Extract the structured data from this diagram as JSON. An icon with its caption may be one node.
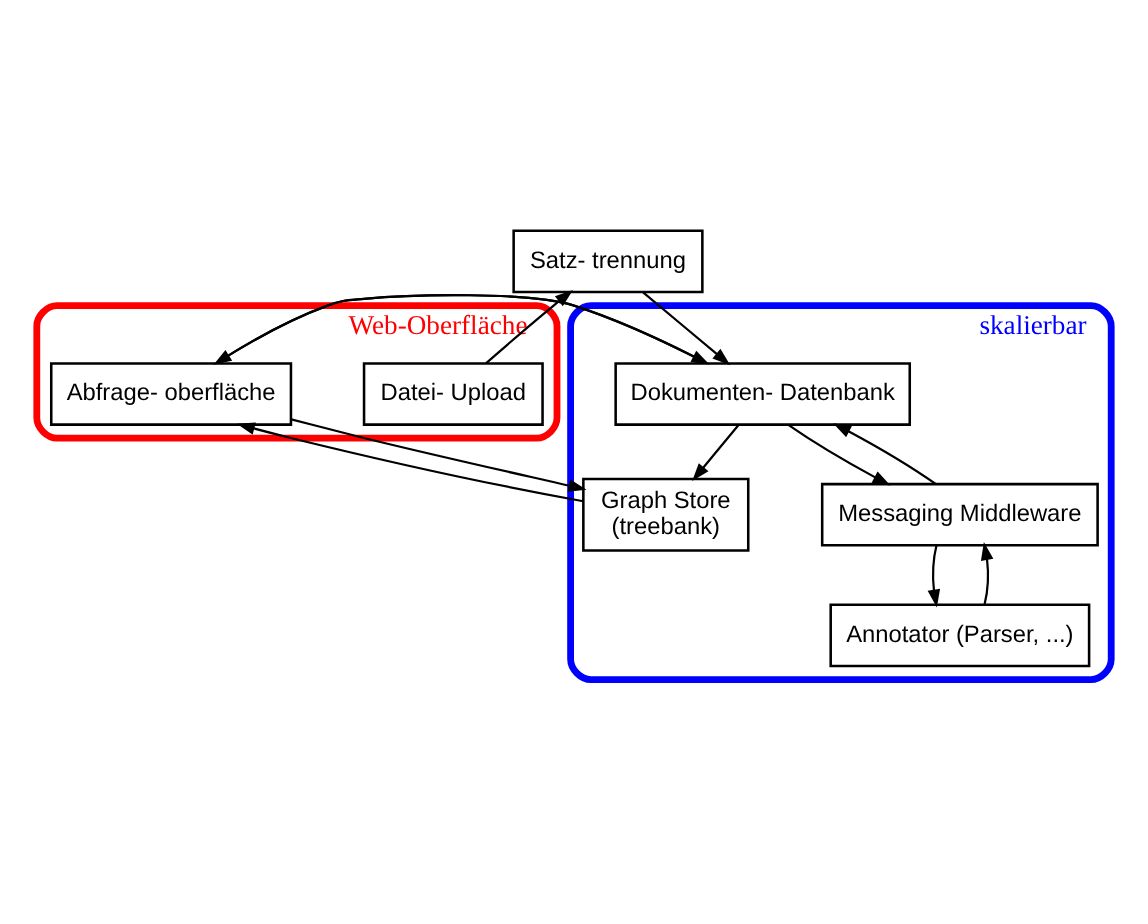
{
  "diagram": {
    "nodes": [
      {
        "text": [
          "Web-Oberfläche"
        ]
      },
      {
        "text": [
          "Datei- Upload"
        ],
        "in": 0
      },
      {
        "text": [
          "Abfrage- oberfläche"
        ],
        "in": 0
      },
      {
        "text": [
          "Satz- trennung"
        ]
      },
      {
        "text": [
          "skalierbar"
        ]
      },
      {
        "text": [
          "Dokumenten- Datenbank"
        ],
        "in": 4
      },
      {
        "text": [
          "Graph Store",
          "(treebank)"
        ],
        "in": 4
      },
      {
        "text": [
          "Messaging Middleware"
        ],
        "in": 4
      },
      {
        "text": [
          "Annotator (Parser, ...)"
        ],
        "in": 4
      }
    ],
    "edges": [
      {
        "from": 1,
        "to": 3,
        "arrow": "to"
      },
      {
        "from": 3,
        "to": 5,
        "arrow": "to"
      },
      {
        "from": 2,
        "to": 5,
        "arrow": "to"
      },
      {
        "from": 5,
        "to": 2,
        "arrow": "to"
      },
      {
        "from": 2,
        "to": 6,
        "arrow": "to"
      },
      {
        "from": 6,
        "to": 2,
        "arrow": "to"
      },
      {
        "from": 5,
        "to": 6,
        "arrow": "to"
      },
      {
        "from": 5,
        "to": 7,
        "arrow": "to"
      },
      {
        "from": 7,
        "to": 5,
        "arrow": "to"
      },
      {
        "from": 7,
        "to": 8,
        "arrow": "to"
      },
      {
        "from": 8,
        "to": 7,
        "arrow": "to"
      }
    ]
  }
}
